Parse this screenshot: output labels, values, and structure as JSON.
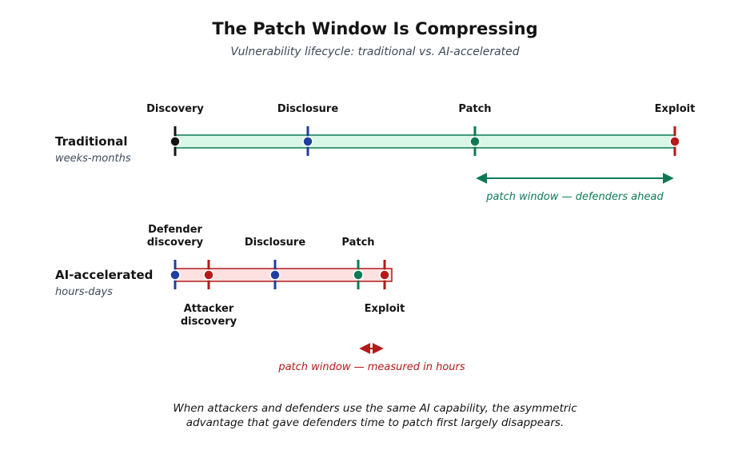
{
  "title": "The Patch Window Is Compressing",
  "subtitle": "Vulnerability lifecycle: traditional vs. AI-accelerated",
  "colors": {
    "green": "#0e7a55",
    "green_fill": "#d8f7e6",
    "red": "#b41a1a",
    "red_fill": "#fde0e0",
    "blue": "#1f3f9f",
    "black": "#141414"
  },
  "traditional": {
    "label": "Traditional",
    "sublabel": "weeks-months",
    "events": {
      "discovery": "Discovery",
      "disclosure": "Disclosure",
      "patch": "Patch",
      "exploit": "Exploit"
    },
    "window_note": "patch window — defenders ahead"
  },
  "ai": {
    "label": "AI-accelerated",
    "sublabel": "hours-days",
    "events": {
      "defender_discovery_1": "Defender",
      "defender_discovery_2": "discovery",
      "attacker_discovery_1": "Attacker",
      "attacker_discovery_2": "discovery",
      "disclosure": "Disclosure",
      "patch": "Patch",
      "exploit": "Exploit"
    },
    "window_note": "patch window — measured in hours"
  },
  "footer": {
    "line1": "When attackers and defenders use the same AI capability, the asymmetric",
    "line2": "advantage that gave defenders time to patch first largely disappears."
  }
}
